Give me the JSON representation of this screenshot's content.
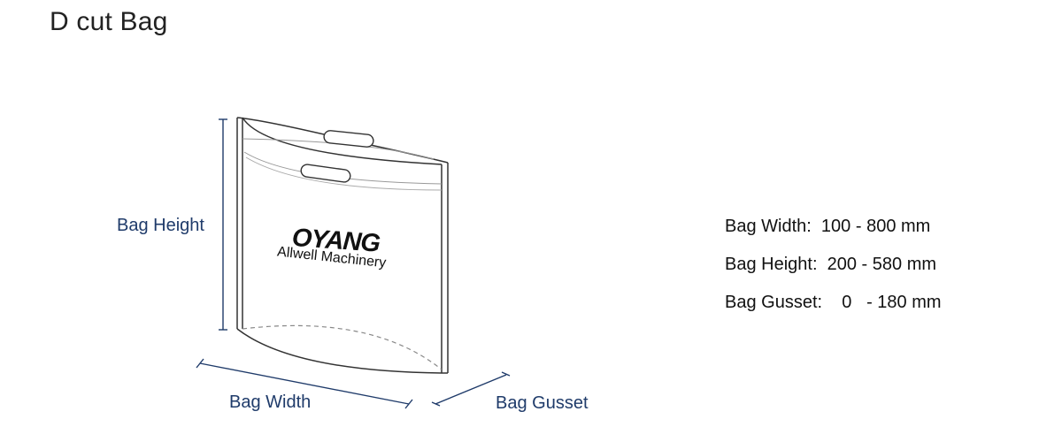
{
  "title": "D cut Bag",
  "bag": {
    "logo": "OYANG",
    "brand_text": "Allwell Machinery"
  },
  "dimensions": {
    "height_label": "Bag Height",
    "width_label": "Bag Width",
    "gusset_label": "Bag Gusset"
  },
  "specs": [
    {
      "text": "Bag Width:  100 - 800 mm"
    },
    {
      "text": "Bag Height:  200 - 580 mm"
    },
    {
      "text": "Bag Gusset:    0   - 180 mm"
    }
  ],
  "colors": {
    "dimension": "#1f3b6a",
    "outline": "#333333"
  }
}
